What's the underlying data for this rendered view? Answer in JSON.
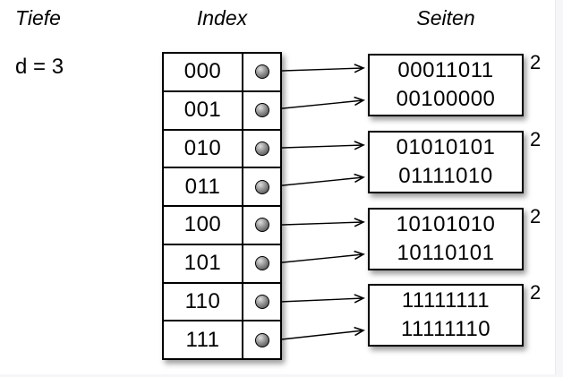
{
  "headings": {
    "depth": "Tiefe",
    "index": "Index",
    "pages": "Seiten"
  },
  "global_depth": "d = 3",
  "index": {
    "rows": [
      {
        "label": "000"
      },
      {
        "label": "001"
      },
      {
        "label": "010"
      },
      {
        "label": "011"
      },
      {
        "label": "100"
      },
      {
        "label": "101"
      },
      {
        "label": "110"
      },
      {
        "label": "111"
      }
    ]
  },
  "pages": [
    {
      "values": [
        "00011011",
        "00100000"
      ],
      "local_depth": "2"
    },
    {
      "values": [
        "01010101",
        "01111010"
      ],
      "local_depth": "2"
    },
    {
      "values": [
        "10101010",
        "10110101"
      ],
      "local_depth": "2"
    },
    {
      "values": [
        "11111111",
        "11111110"
      ],
      "local_depth": "2"
    }
  ],
  "links": [
    {
      "row": 0,
      "page": 0,
      "slot": 0
    },
    {
      "row": 1,
      "page": 0,
      "slot": 1
    },
    {
      "row": 2,
      "page": 1,
      "slot": 0
    },
    {
      "row": 3,
      "page": 1,
      "slot": 1
    },
    {
      "row": 4,
      "page": 2,
      "slot": 0
    },
    {
      "row": 5,
      "page": 2,
      "slot": 1
    },
    {
      "row": 6,
      "page": 3,
      "slot": 0
    },
    {
      "row": 7,
      "page": 3,
      "slot": 1
    }
  ],
  "colors": {
    "ink": "#000000",
    "background": "#ffffff",
    "edge_band": "#f6f6f8",
    "dot_highlight": "#dedede",
    "dot_shadow": "#404040"
  }
}
